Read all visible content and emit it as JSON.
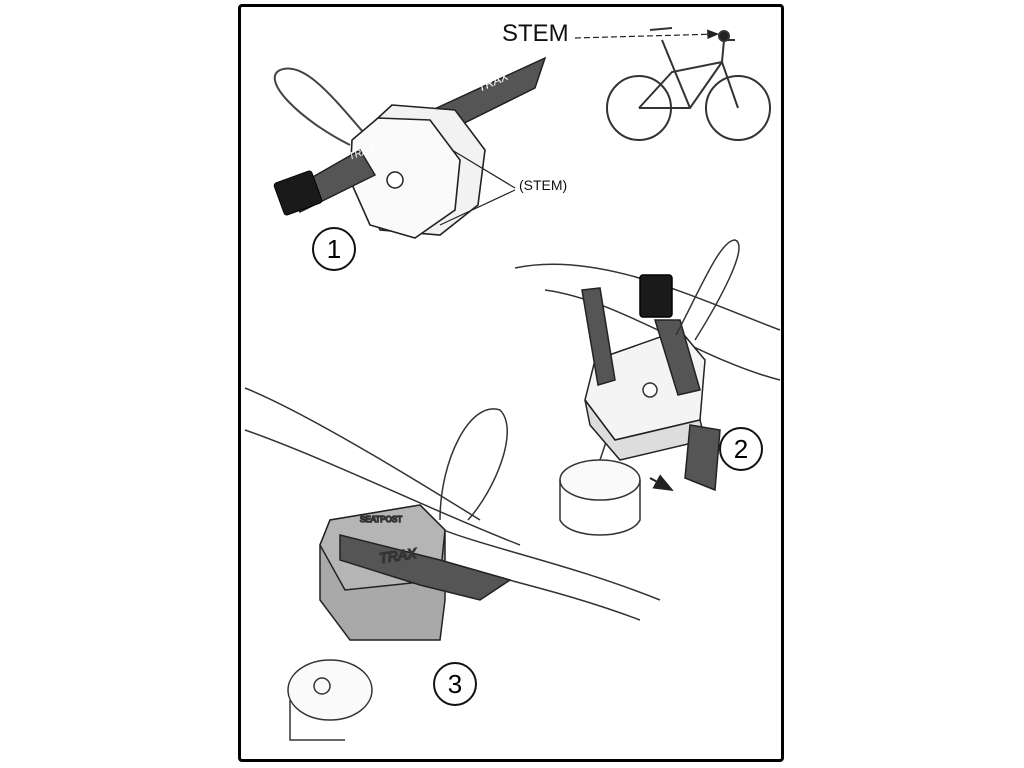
{
  "labels": {
    "stem_title": "STEM",
    "stem_callout": "(STEM)",
    "brand": "TRAX",
    "mount_text": "SEATPOST"
  },
  "steps": [
    "1",
    "2",
    "3"
  ],
  "colors": {
    "strap": "#555555",
    "buckle": "#1a1a1a",
    "mount_fill": "#f2f2f2",
    "mount_shaded": "#a9a9a9",
    "line": "#222222"
  },
  "icons": [
    "bicycle-icon",
    "stem-marker-icon",
    "arrow-icon"
  ]
}
